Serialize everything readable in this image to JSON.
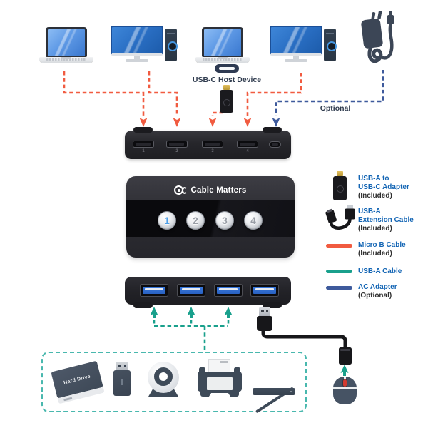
{
  "colors": {
    "micro_b_cable": "#F15B40",
    "usb_a_cable": "#19A08C",
    "ac_adapter_cable": "#3E5A9C",
    "peripherals_box_dash": "#49B8AE",
    "legend_text": "#1365B4",
    "active_button_number": "#4D9FE8"
  },
  "top_row": {
    "host_devices": [
      "laptop",
      "desktop-computer",
      "laptop",
      "desktop-computer"
    ],
    "power_device": "ac-adapter",
    "usb_c_host_label": "USB-C Host Device",
    "optional_label": "Optional"
  },
  "kvm_switch": {
    "brand": "Cable Matters",
    "port_buttons": [
      "1",
      "2",
      "3",
      "4"
    ],
    "top_port_labels": [
      "1",
      "2",
      "3",
      "4"
    ]
  },
  "legend": {
    "items": [
      {
        "icon": "usb-a-to-usb-c-adapter-icon",
        "line1": "USB-A to",
        "line2": "USB-C Adapter",
        "note": "(Included)"
      },
      {
        "icon": "usb-a-extension-cable-icon",
        "line1": "USB-A",
        "line2": "Extension Cable",
        "note": "(Included)"
      },
      {
        "icon": "micro-b-cable-swatch",
        "line1": "Micro B Cable",
        "note": "(Included)"
      },
      {
        "icon": "usb-a-cable-swatch",
        "line1": "USB-A Cable",
        "note": ""
      },
      {
        "icon": "ac-adapter-cable-swatch",
        "line1": "AC Adapter",
        "note": "(Optional)"
      }
    ]
  },
  "peripherals": {
    "devices": [
      "hard-drive",
      "usb-flash-drive",
      "webcam",
      "printer",
      "scanner"
    ],
    "extra_device": "mouse",
    "hard_drive_label": "Hard Drive"
  }
}
